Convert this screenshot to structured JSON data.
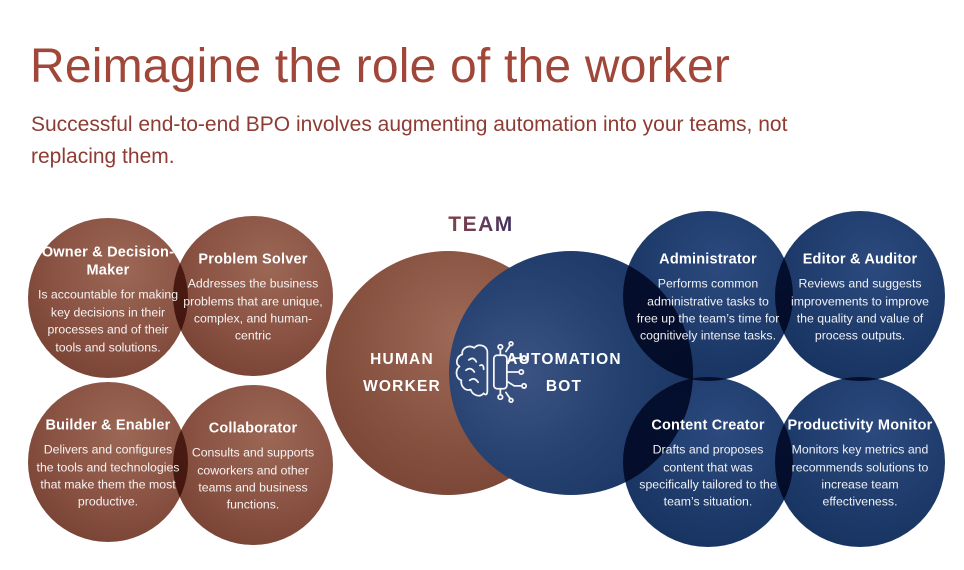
{
  "header": {
    "title": "Reimagine the role of the worker",
    "subtitle": "Successful end-to-end BPO involves augmenting automation into your teams, not replacing them."
  },
  "diagram": {
    "team_label": "TEAM",
    "center": {
      "human_label": "HUMAN WORKER",
      "bot_label": "AUTOMATION BOT",
      "icon": "brain-circuit-icon"
    },
    "colors": {
      "human_accent": "#8a5143",
      "bot_accent": "#1d3a6c",
      "heading_accent": "#a04739",
      "subtitle_accent": "#8e3c33",
      "team_gradient_start": "#8f4538",
      "team_gradient_end": "#232a58"
    },
    "roles": [
      {
        "group": "human",
        "title": "Owner & Decision-Maker",
        "desc": "Is accountable for making key decisions in their processes and of their tools and solutions."
      },
      {
        "group": "human",
        "title": "Problem Solver",
        "desc": "Addresses the business problems that are unique, complex, and human-centric"
      },
      {
        "group": "human",
        "title": "Builder & Enabler",
        "desc": "Delivers and configures the tools and technologies that make them the most productive."
      },
      {
        "group": "human",
        "title": "Collaborator",
        "desc": "Consults and supports coworkers and other teams and business functions."
      },
      {
        "group": "bot",
        "title": "Administrator",
        "desc": "Performs common administrative tasks to free up the team’s time for cognitively intense tasks."
      },
      {
        "group": "bot",
        "title": "Editor & Auditor",
        "desc": "Reviews and suggests improvements to improve the quality and value of process outputs."
      },
      {
        "group": "bot",
        "title": "Content Creator",
        "desc": "Drafts and proposes content that was specifically tailored to the team’s situation."
      },
      {
        "group": "bot",
        "title": "Productivity Monitor",
        "desc": "Monitors key metrics and recommends solutions to increase team effectiveness."
      }
    ]
  }
}
